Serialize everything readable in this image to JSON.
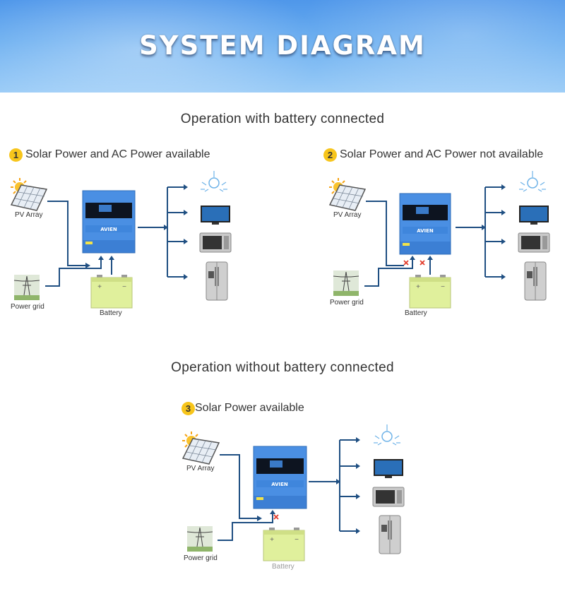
{
  "header": {
    "title": "SYSTEM DIAGRAM"
  },
  "sections": [
    {
      "title": "Operation with battery connected"
    },
    {
      "title": "Operation without  battery connected"
    }
  ],
  "diagrams": [
    {
      "number": "1",
      "title": "Solar Power and AC Power available",
      "pv_label": "PV Array",
      "grid_label": "Power grid",
      "battery_label": "Battery"
    },
    {
      "number": "2",
      "title": "Solar Power and AC Power not available",
      "pv_label": "PV Array",
      "grid_label": "Power grid",
      "battery_label": "Battery"
    },
    {
      "number": "3",
      "title": "Solar Power available",
      "pv_label": "PV Array",
      "grid_label": "Power grid",
      "battery_label": "Battery"
    }
  ],
  "inverter": {
    "brand": "AVIEN"
  },
  "colors": {
    "banner": "#5ea3ee",
    "line": "#1f4f82",
    "inverter": "#4d92e6",
    "battery": "#dff09a",
    "badge": "#f7c51b",
    "cross": "#e23b2b"
  },
  "icons": [
    "sun-icon",
    "solar-panel-icon",
    "power-tower-icon",
    "battery-icon",
    "inverter-icon",
    "light-bulb-icon",
    "tv-icon",
    "microwave-icon",
    "refrigerator-icon"
  ]
}
